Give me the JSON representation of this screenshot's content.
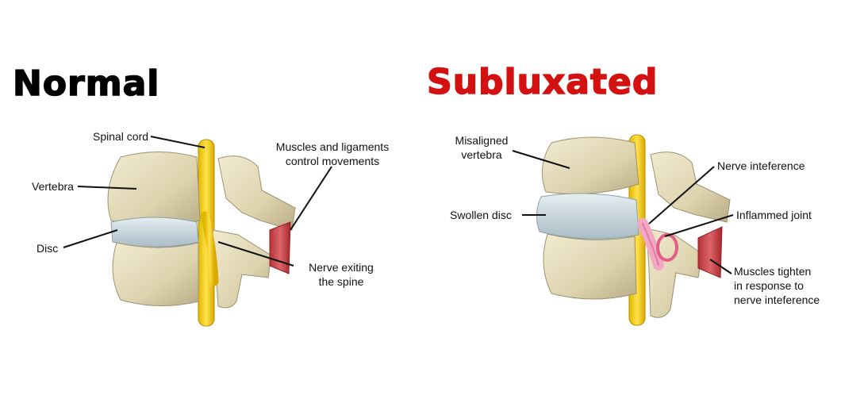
{
  "titles": {
    "normal": "Normal",
    "subluxated": "Subluxated"
  },
  "colors": {
    "title_normal": "#000000",
    "title_subluxated": "#d41111",
    "bone": "#e4dcbc",
    "disc": "#cfdde3",
    "nerve": "#f2d21a",
    "muscle": "#c8464b",
    "inflamed": "#f2a8c3"
  },
  "normal": {
    "spinal_cord": "Spinal cord",
    "vertebra": "Vertebra",
    "disc": "Disc",
    "muscles": "Muscles and ligaments\ncontrol movements",
    "nerve": "Nerve exiting\nthe spine"
  },
  "subluxated": {
    "misaligned": "Misaligned\nvertebra",
    "swollen": "Swollen disc",
    "nerve_interference": "Nerve inteference",
    "inflamed_joint": "Inflammed joint",
    "muscles_tighten": "Muscles tighten\nin response to\nnerve inteference"
  }
}
